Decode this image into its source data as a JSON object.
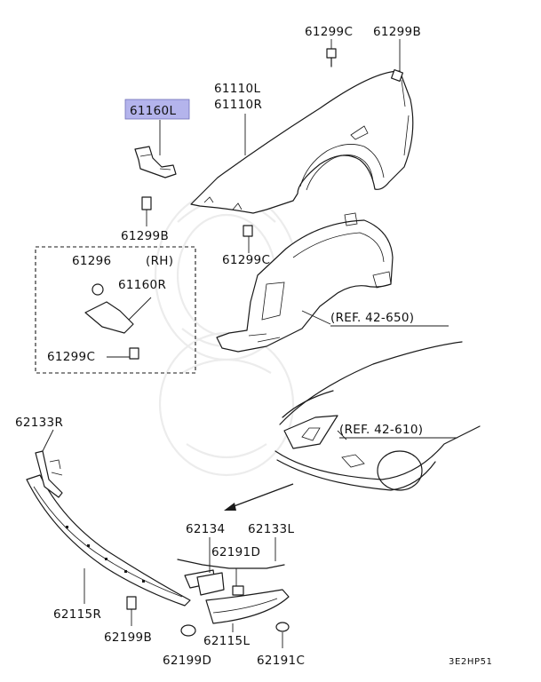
{
  "diagram": {
    "highlight_color": "#b4b4ec",
    "labels": {
      "p61299C_top": "61299C",
      "p61299B_top": "61299B",
      "p61110L": "61110L",
      "p61110R": "61110R",
      "p61160L": "61160L",
      "p61299B_left": "61299B",
      "p61299C_mid": "61299C",
      "p61296": "61296",
      "rh": "(RH)",
      "p61160R": "61160R",
      "p61299C_box": "61299C",
      "ref_42_650": "(REF. 42-650)",
      "ref_42_610": "(REF. 42-610)",
      "p62133R": "62133R",
      "p62134": "62134",
      "p62133L": "62133L",
      "p62191D": "62191D",
      "p62115R": "62115R",
      "p62115L": "62115L",
      "p62199B": "62199B",
      "p62199D": "62199D",
      "p62191C": "62191C",
      "code": "3E2HP51"
    }
  }
}
